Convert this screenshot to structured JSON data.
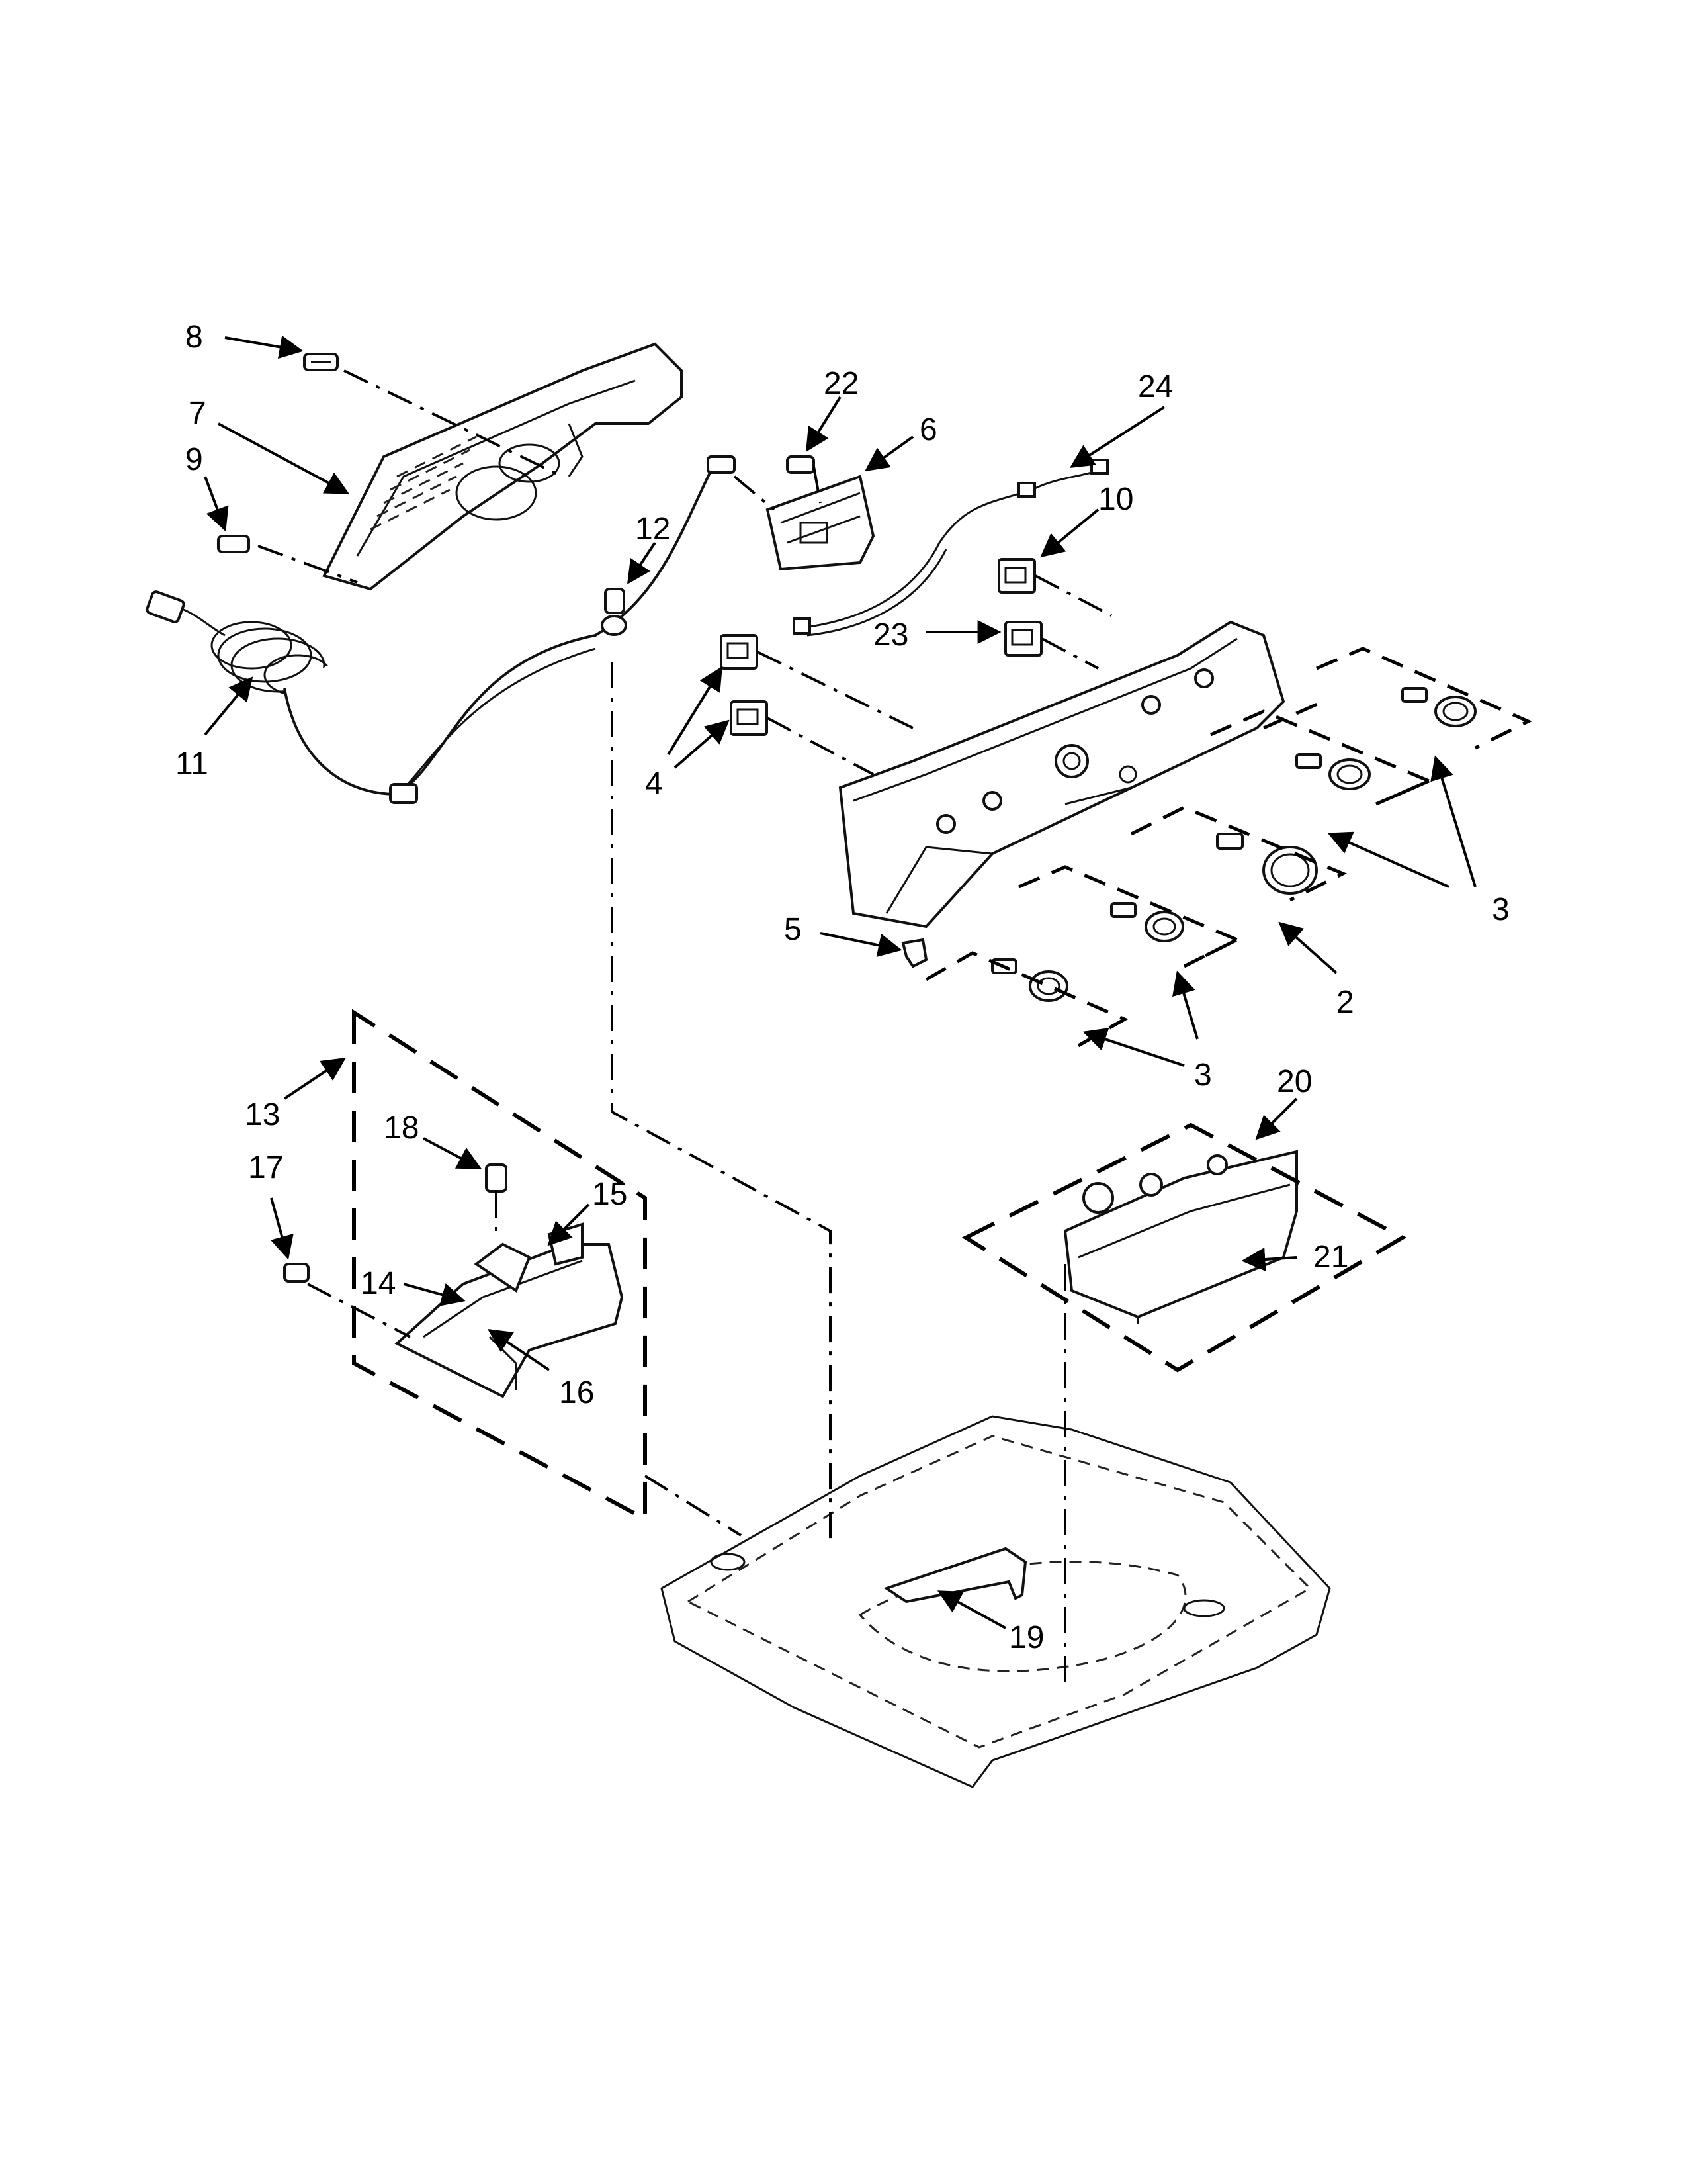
{
  "callouts": {
    "c2": "2",
    "c3a": "3",
    "c3b": "3",
    "c4": "4",
    "c5": "5",
    "c6": "6",
    "c7": "7",
    "c8": "8",
    "c9": "9",
    "c10": "10",
    "c11": "11",
    "c12": "12",
    "c13": "13",
    "c14": "14",
    "c15": "15",
    "c16": "16",
    "c17": "17",
    "c18": "18",
    "c19": "19",
    "c20": "20",
    "c21": "21",
    "c22": "22",
    "c23": "23",
    "c24": "24"
  },
  "colors": {
    "ink": "#000000",
    "paper": "#ffffff"
  }
}
